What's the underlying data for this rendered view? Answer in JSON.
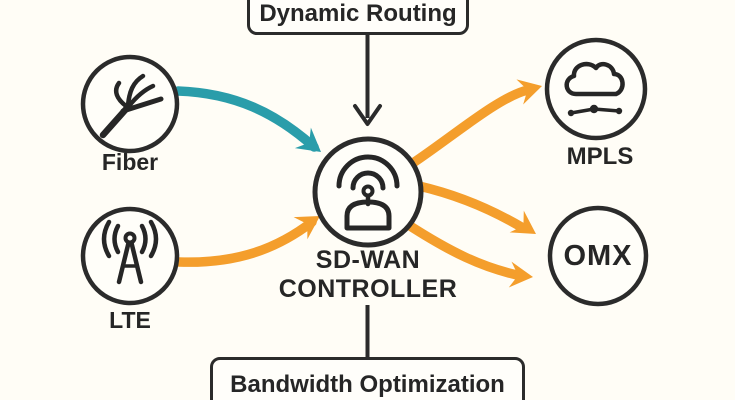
{
  "title": "SD-WAN traffic steering diagram",
  "colors": {
    "teal": "#2A9DAA",
    "orange": "#F49E2C",
    "ink": "#2B2B2B",
    "background": "#FFFDF6"
  },
  "boxes": {
    "top_label": "Dynamic Routing",
    "bottom_label": "Bandwidth Optimization"
  },
  "nodes": {
    "fiber": {
      "label": "Fiber",
      "icon": "fiber-cable-icon"
    },
    "lte": {
      "label": "LTE",
      "icon": "antenna-icon"
    },
    "controller": {
      "label_line1": "SD-WAN",
      "label_line2": "CONTROLLER",
      "icon": "wireless-router-icon"
    },
    "mpls": {
      "label": "MPLS",
      "icon": "cloud-network-icon"
    },
    "omx": {
      "label": "OMX"
    }
  },
  "edges": [
    {
      "from": "fiber",
      "to": "controller",
      "color": "teal",
      "style": "curved-arrow"
    },
    {
      "from": "lte",
      "to": "controller",
      "color": "orange",
      "style": "curved-arrow"
    },
    {
      "from": "controller",
      "to": "mpls",
      "color": "orange",
      "style": "curved-arrow"
    },
    {
      "from": "controller",
      "to": "omx",
      "color": "orange",
      "style": "curved-arrow-upper"
    },
    {
      "from": "controller",
      "to": "omx",
      "color": "orange",
      "style": "curved-arrow-lower"
    },
    {
      "from": "dynamic-routing-box",
      "to": "controller",
      "color": "ink",
      "style": "straight-arrow"
    },
    {
      "from": "controller",
      "to": "bandwidth-optimization-box",
      "color": "ink",
      "style": "straight-line"
    }
  ]
}
